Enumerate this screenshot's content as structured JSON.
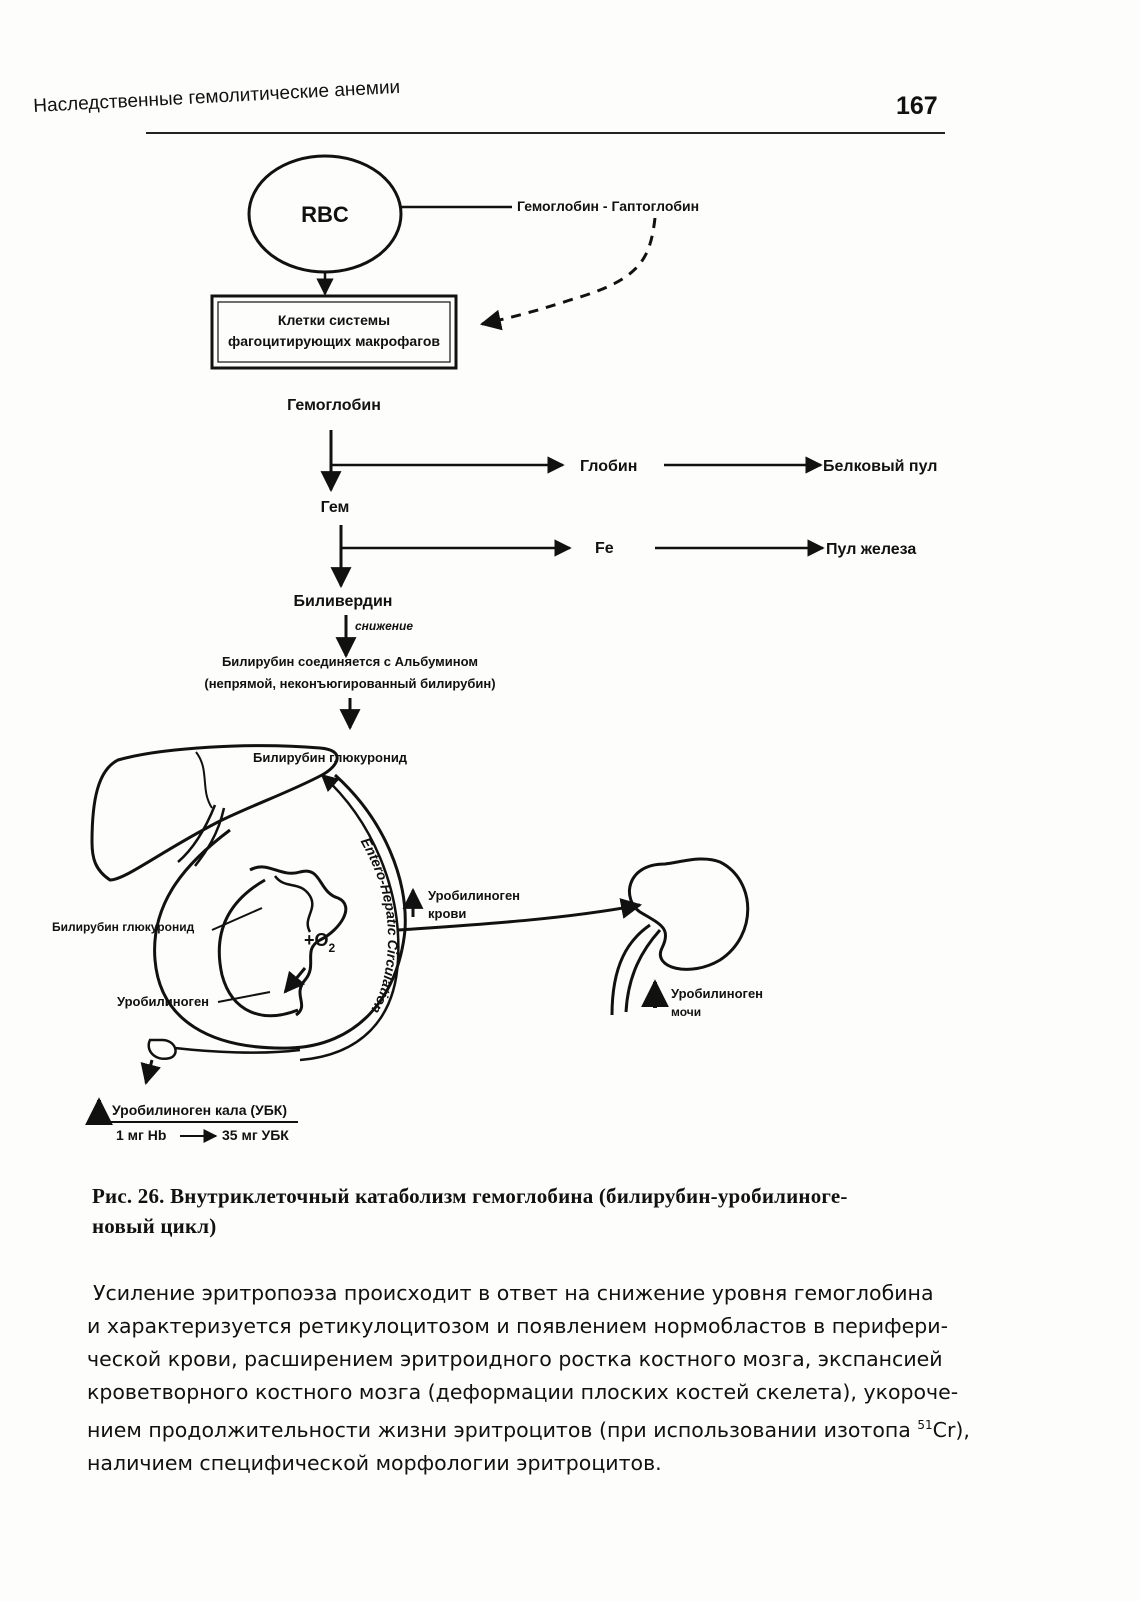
{
  "header": {
    "title": "Наследственные гемолитические анемии",
    "page_number": "167"
  },
  "figure": {
    "rbc": "RBC",
    "haptoglobin": "Гемоглобин - Гаптоглобин",
    "macrophage_line1": "Клетки системы",
    "macrophage_line2": "фагоцитирующих макрофагов",
    "hemoglobin": "Гемоглобин",
    "globin": "Глобин",
    "protein_pool": "Белковый пул",
    "heme": "Гем",
    "fe": "Fe",
    "iron_pool": "Пул железа",
    "biliverdin": "Биливердин",
    "reduction": "снижение",
    "bilirubin_albumin": "Билирубин соединяется с Альбумином",
    "indirect": "(непрямой, неконъюгированный билирубин)",
    "glucuronide_top": "Билирубин глюкуронид",
    "glucuronide_left": "Билирубин глюкуронид",
    "enterohepatic": "Entero-Hepatic Circulation",
    "o2": "+O",
    "o2_sub": "2",
    "urobilinogen": "Уробилиноген",
    "blood_urobilinogen_1": "Уробилиноген",
    "blood_urobilinogen_2": "крови",
    "urine_urobilinogen_1": "Уробилиноген",
    "urine_urobilinogen_2": "мочи",
    "fecal_urobilinogen": "Уробилиноген кала (УБК)",
    "ratio_left": "1 мг Hb",
    "ratio_right": "35 мг УБК"
  },
  "caption": {
    "label": "Рис. 26.",
    "text_line1": "Внутриклеточный катаболизм гемоглобина (билирубин-уробилиноге-",
    "text_line2": "новый цикл)"
  },
  "paragraph": {
    "line1": "Усиление эритропоэза происходит в ответ на снижение уровня гемоглобина",
    "line2": "и характеризуется ретикулоцитозом и появлением нормобластов в перифери-",
    "line3": "ческой крови, расширением эритроидного ростка костного мозга, экспансией",
    "line4": "кроветворного костного мозга (деформации плоских костей скелета), укороче-",
    "line5_a": "нием продолжительности жизни эритроцитов (при использовании изотопа ",
    "line5_sup": "51",
    "line5_b": "Cr),",
    "line6": "наличием специфической морфологии эритроцитов."
  }
}
